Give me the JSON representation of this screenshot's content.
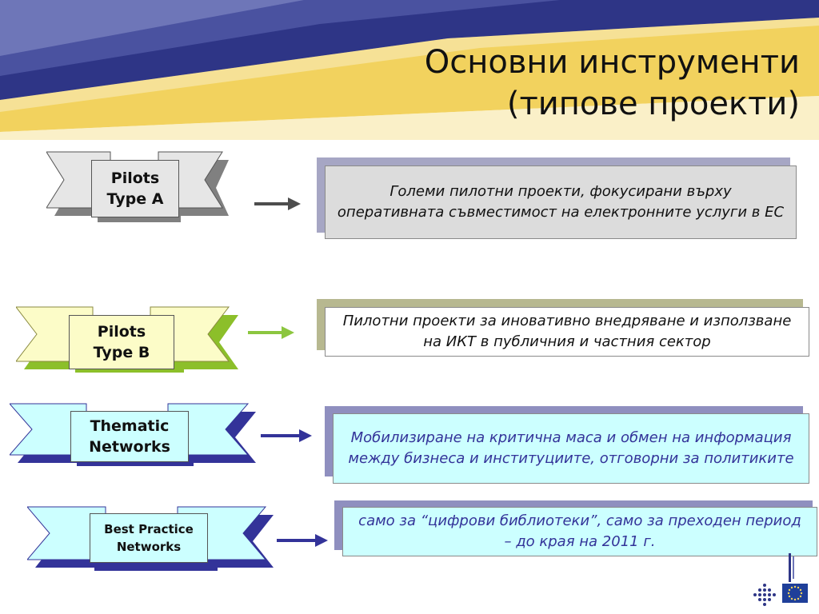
{
  "title": {
    "line1": "Основни инструменти",
    "line2": "(типове проекти)"
  },
  "rows": [
    {
      "label_line1": "Pilots",
      "label_line2": "Type A",
      "description": "Големи пилотни проекти, фокусирани върху оперативната съвместимост на електронните услуги в ЕС",
      "ribbon_fill": "#e6e6e6",
      "ribbon_shadow": "#808080",
      "box_fill": "#dcdcdc",
      "box_shadow": "#a6a6c4",
      "text_color": "#111111",
      "arrow_color": "#4d4d4d"
    },
    {
      "label_line1": "Pilots",
      "label_line2": "Type B",
      "description": "Пилотни проекти за  иновативно внедряване и използване на ИКТ в публичния и частния сектор",
      "ribbon_fill": "#fcfcc8",
      "ribbon_shadow": "#8cbf2a",
      "box_fill": "#ffffff",
      "box_shadow": "#b7b890",
      "text_color": "#111111",
      "arrow_color": "#8cc63f"
    },
    {
      "label_line1": "Thematic",
      "label_line2": "Networks",
      "description": "Мобилизиране на критична маса и обмен на информация между бизнеса и институциите, отговорни за политиките",
      "ribbon_fill": "#ccffff",
      "ribbon_shadow": "#333399",
      "box_fill": "#ccffff",
      "box_shadow": "#8f8fbf",
      "text_color": "#333399",
      "arrow_color": "#333399"
    },
    {
      "label_line1": "Best Practice",
      "label_line2": "Networks",
      "description": "само за “цифрови библиотеки”, само за преходен период – до края на 2011 г.",
      "ribbon_fill": "#ccffff",
      "ribbon_shadow": "#333399",
      "box_fill": "#ccffff",
      "box_shadow": "#8f8fbf",
      "text_color": "#333399",
      "arrow_color": "#333399"
    }
  ],
  "colors": {
    "header_navy": "#2e3586",
    "header_gold": "#f2d25e",
    "header_cream": "#faf0c8"
  },
  "icons": {
    "logo_dots": "dot-grid-logo-icon",
    "logo_eu": "eu-flag-icon"
  }
}
